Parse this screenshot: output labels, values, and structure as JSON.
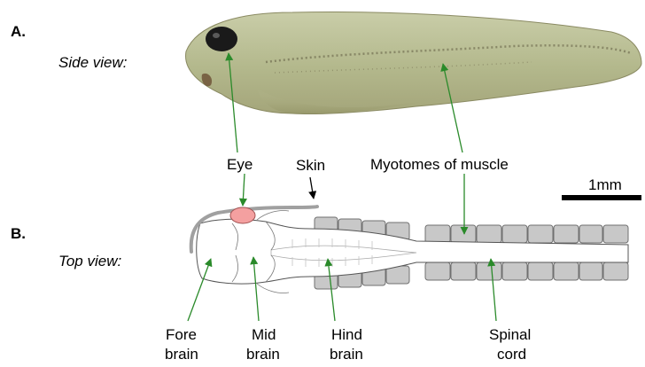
{
  "panels": {
    "a": {
      "label": "A.",
      "view": "Side view:"
    },
    "b": {
      "label": "B.",
      "view": "Top view:"
    }
  },
  "annotations": {
    "eye": "Eye",
    "skin": "Skin",
    "myotomes": "Myotomes of muscle",
    "forebrain": [
      "Fore",
      "brain"
    ],
    "midbrain": [
      "Mid",
      "brain"
    ],
    "hindbrain": [
      "Hind",
      "brain"
    ],
    "spinal_cord": [
      "Spinal",
      "cord"
    ]
  },
  "scale_bar": {
    "label": "1mm"
  },
  "colors": {
    "arrow": "#2a8a2a",
    "eye_fill": "#f4a0a0",
    "muscle_fill": "#c8c8c8",
    "skin_stroke": "#a0a0a0",
    "tadpole_body": "#b9bd93"
  }
}
